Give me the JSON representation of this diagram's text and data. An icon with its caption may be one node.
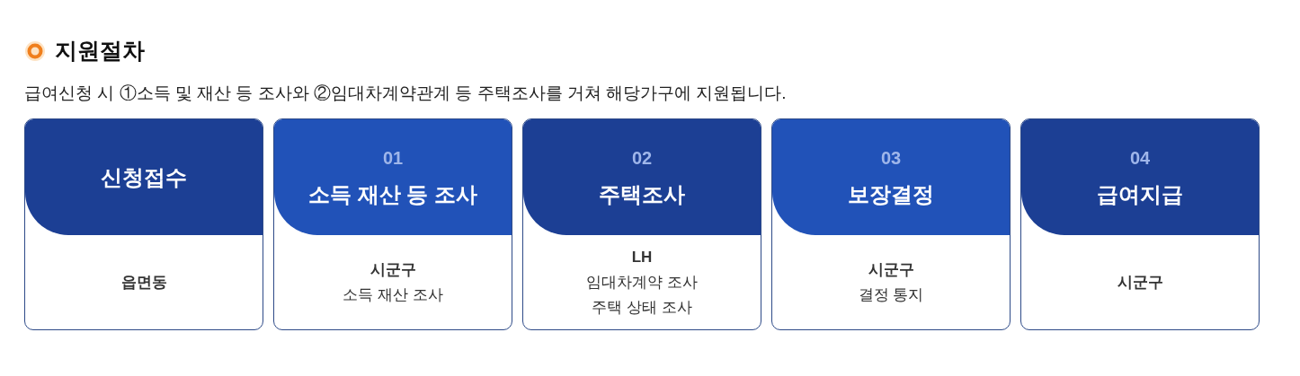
{
  "diagram": {
    "title": "지원절차",
    "labels": [
      "급여신청 시 ①소득 및 재산 등 조사와 ②임대차계약관계 등 주택조사를 거쳐 해당가구에 지원됩니다."
    ],
    "nodes": [
      {
        "text": [],
        "shape": "box"
      },
      {
        "text": [
          "신청접수"
        ],
        "in": 0
      },
      {
        "text": [
          "읍면동"
        ],
        "in": 0
      },
      {
        "text": [],
        "shape": "box"
      },
      {
        "text": [
          "01",
          "소득 재산 등 조사"
        ],
        "in": 3
      },
      {
        "text": [
          "시군구",
          "소득 재산 조사"
        ],
        "in": 3
      },
      {
        "text": [],
        "shape": "box"
      },
      {
        "text": [
          "02",
          "주택조사"
        ],
        "in": 6
      },
      {
        "text": [
          "LH",
          "임대차계약 조사",
          "주택 상태 조사"
        ],
        "in": 6
      },
      {
        "text": [],
        "shape": "box"
      },
      {
        "text": [
          "03",
          "보장결정"
        ],
        "in": 9
      },
      {
        "text": [
          "시군구",
          "결정 통지"
        ],
        "in": 9
      },
      {
        "text": [],
        "shape": "box"
      },
      {
        "text": [
          "04",
          "급여지급"
        ],
        "in": 12
      },
      {
        "text": [
          "시군구"
        ],
        "in": 12
      }
    ]
  }
}
